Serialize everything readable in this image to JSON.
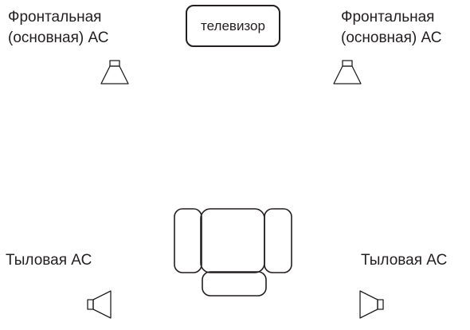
{
  "labels": {
    "front_left": "Фронтальная\n(основная) АС",
    "front_right": "Фронтальная\n(основная) АС",
    "tv": "телевизор",
    "rear_left": "Тыловая АС",
    "rear_right": "Тыловая АС"
  },
  "icons": {
    "front_left_speaker": "speaker-up-icon",
    "front_right_speaker": "speaker-up-icon",
    "rear_left_speaker": "speaker-left-icon",
    "rear_right_speaker": "speaker-right-icon",
    "armchair": "armchair-icon"
  },
  "colors": {
    "stroke": "#231f20",
    "background": "#ffffff"
  }
}
